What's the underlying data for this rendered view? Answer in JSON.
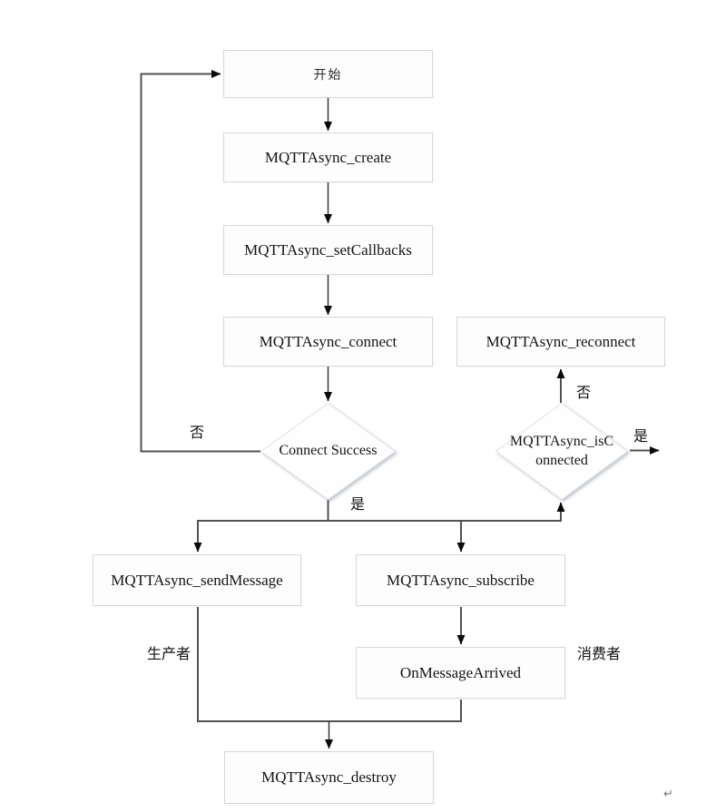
{
  "nodes": {
    "start": {
      "label": "开始"
    },
    "create": {
      "label": "MQTTAsync_create"
    },
    "set_callbacks": {
      "label": "MQTTAsync_setCallbacks"
    },
    "connect": {
      "label": "MQTTAsync_connect"
    },
    "reconnect": {
      "label": "MQTTAsync_reconnect"
    },
    "connect_success": {
      "label": "Connect Success"
    },
    "is_connected": {
      "line1": "MQTTAsync_isC",
      "line2": "onnected"
    },
    "send_message": {
      "label": "MQTTAsync_sendMessage"
    },
    "subscribe": {
      "label": "MQTTAsync_subscribe"
    },
    "on_message_arrived": {
      "label": "OnMessageArrived"
    },
    "destroy": {
      "label": "MQTTAsync_destroy"
    }
  },
  "edge_labels": {
    "no_left": "否",
    "yes_bottom": "是",
    "no_right": "否",
    "yes_right": "是",
    "producer": "生产者",
    "consumer": "消费者"
  },
  "marks": {
    "paragraph_return": "↵"
  },
  "colors": {
    "line": "#515151",
    "arrow": "#0a0a0a",
    "box_border": "#d8d8d8",
    "box_fill": "#fdfdfd",
    "diamond_fill": "#fefefe",
    "text": "#141414",
    "background": "#ffffff"
  }
}
